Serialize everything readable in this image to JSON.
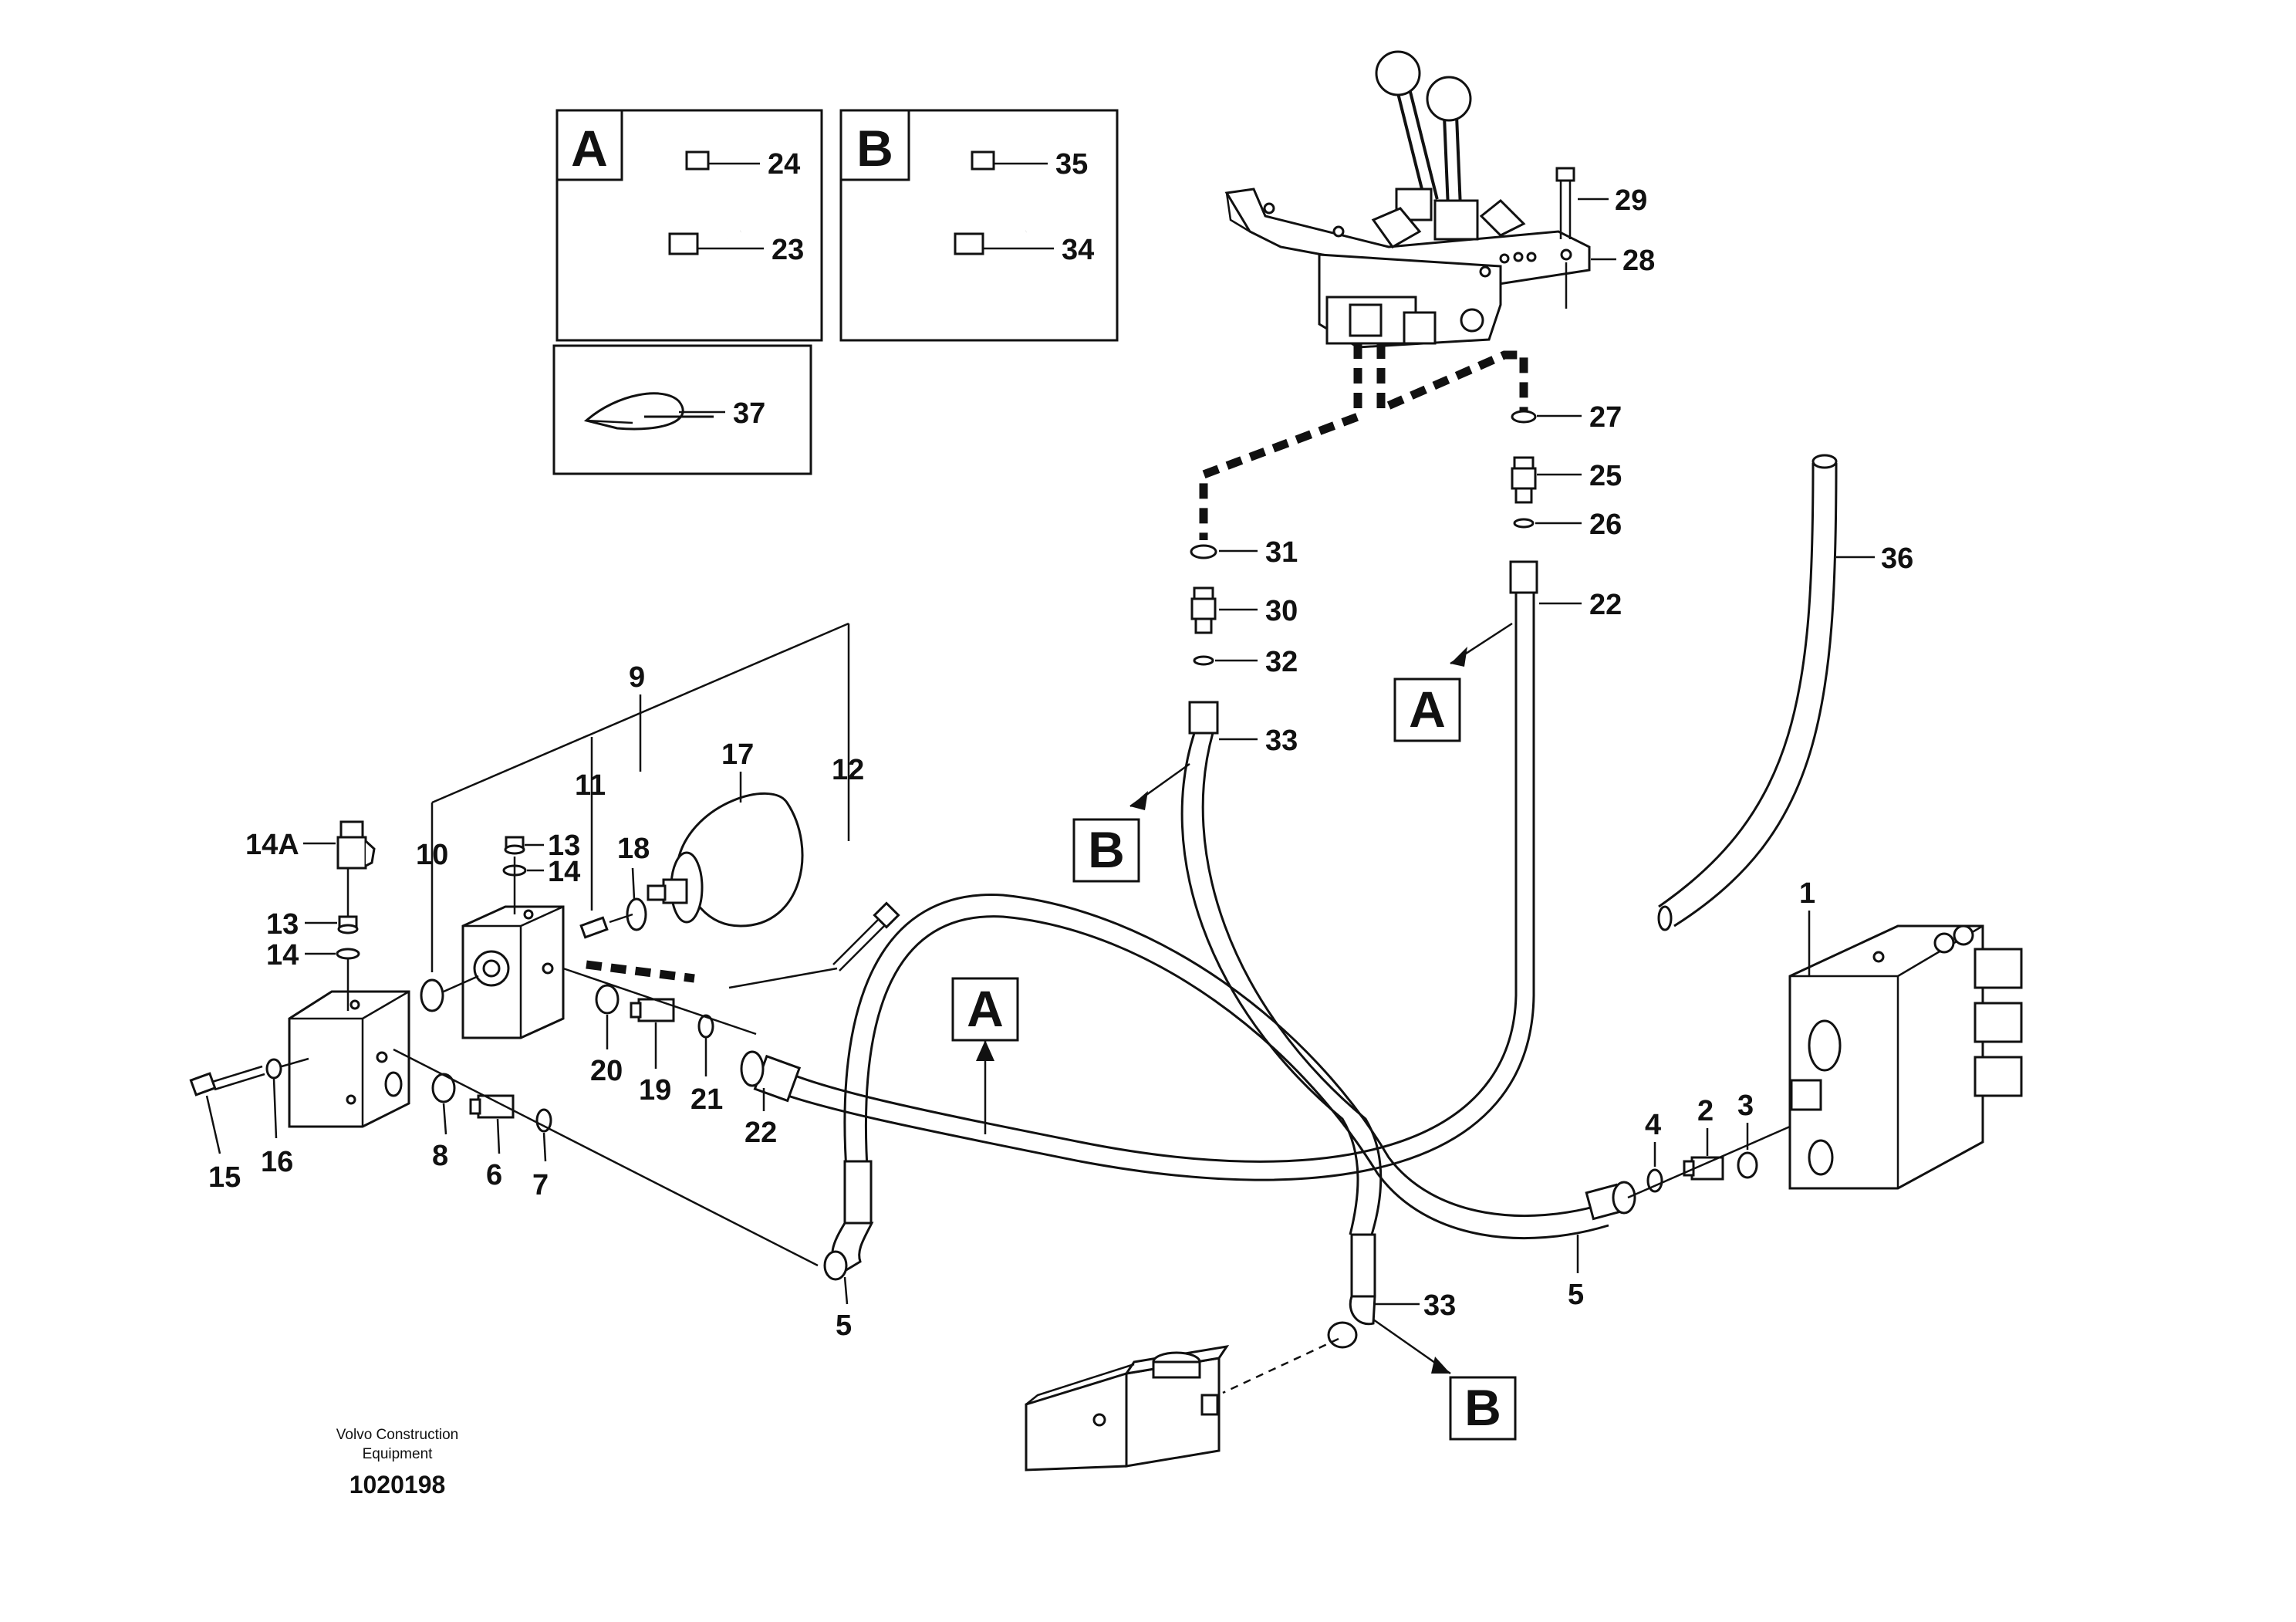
{
  "callouts": {
    "c1": "1",
    "c2": "2",
    "c3": "3",
    "c4": "4",
    "c5a": "5",
    "c5b": "5",
    "c6": "6",
    "c7": "7",
    "c8": "8",
    "c9": "9",
    "c10": "10",
    "c11": "11",
    "c12": "12",
    "c13a": "13",
    "c13b": "13",
    "c14a": "14",
    "c14b": "14",
    "c14A": "14A",
    "c15": "15",
    "c16": "16",
    "c17": "17",
    "c18": "18",
    "c19": "19",
    "c20": "20",
    "c21": "21",
    "c22a": "22",
    "c22b": "22",
    "c23": "23",
    "c24": "24",
    "c25": "25",
    "c26": "26",
    "c27": "27",
    "c28": "28",
    "c29": "29",
    "c30": "30",
    "c31": "31",
    "c32": "32",
    "c33a": "33",
    "c33b": "33",
    "c34": "34",
    "c35": "35",
    "c36": "36",
    "c37": "37"
  },
  "detail_boxes": {
    "a": "A",
    "b": "B"
  },
  "markers": {
    "a1": "A",
    "a2": "A",
    "b1": "B",
    "b2": "B"
  },
  "footer": {
    "line1": "Volvo Construction",
    "line2": "Equipment",
    "number": "1020198"
  }
}
